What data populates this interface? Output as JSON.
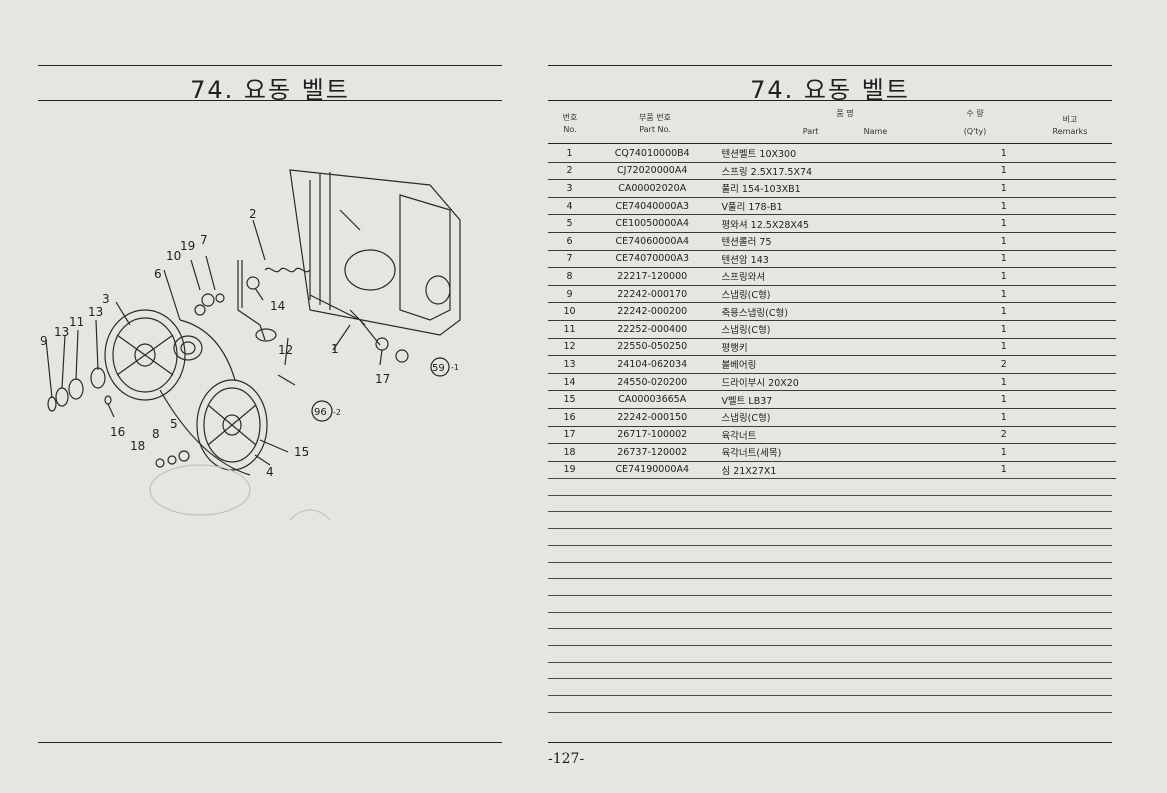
{
  "left": {
    "title": "74. 요동 벨트",
    "callouts": [
      "1",
      "2",
      "3",
      "4",
      "5",
      "6",
      "7",
      "8",
      "9",
      "10",
      "11",
      "12",
      "13",
      "13",
      "14",
      "15",
      "16",
      "17",
      "18",
      "19",
      "59",
      "96"
    ],
    "ref_suffix_59": "-1",
    "ref_suffix_96": "-2"
  },
  "right": {
    "title": "74. 요동 벨트",
    "headers": {
      "no_ko": "번호",
      "no_en": "No.",
      "part_ko": "부품 번호",
      "part_en": "Part  No.",
      "name_ko": "품          명",
      "name_en_part": "Part",
      "name_en_name": "Name",
      "qty_ko": "수  량",
      "qty_en": "(Q'ty)",
      "rem_ko": "비고",
      "rem_en": "Remarks"
    },
    "rows": [
      {
        "no": "1",
        "part": "CQ74010000B4",
        "name": "텐션벨트 10X300",
        "qty": "1"
      },
      {
        "no": "2",
        "part": "CJ72020000A4",
        "name": "스프링 2.5X17.5X74",
        "qty": "1"
      },
      {
        "no": "3",
        "part": "CA00002020A",
        "name": "풀리 154-103XB1",
        "qty": "1"
      },
      {
        "no": "4",
        "part": "CE74040000A3",
        "name": "V풀리 178-B1",
        "qty": "1"
      },
      {
        "no": "5",
        "part": "CE10050000A4",
        "name": "평와셔 12.5X28X45",
        "qty": "1"
      },
      {
        "no": "6",
        "part": "CE74060000A4",
        "name": "텐션롤러 75",
        "qty": "1"
      },
      {
        "no": "7",
        "part": "CE74070000A3",
        "name": "텐션암 143",
        "qty": "1"
      },
      {
        "no": "8",
        "part": "22217-120000",
        "name": "스프링와셔",
        "qty": "1"
      },
      {
        "no": "9",
        "part": "22242-000170",
        "name": "스냅링(C형)",
        "qty": "1"
      },
      {
        "no": "10",
        "part": "22242-000200",
        "name": "축용스냅링(C형)",
        "qty": "1"
      },
      {
        "no": "11",
        "part": "22252-000400",
        "name": "스냅링(C형)",
        "qty": "1"
      },
      {
        "no": "12",
        "part": "22550-050250",
        "name": "평행키",
        "qty": "1"
      },
      {
        "no": "13",
        "part": "24104-062034",
        "name": "볼베어링",
        "qty": "2"
      },
      {
        "no": "14",
        "part": "24550-020200",
        "name": "드라이부시 20X20",
        "qty": "1"
      },
      {
        "no": "15",
        "part": "CA00003665A",
        "name": "V벨트 LB37",
        "qty": "1"
      },
      {
        "no": "16",
        "part": "22242-000150",
        "name": "스냅링(C형)",
        "qty": "1"
      },
      {
        "no": "17",
        "part": "26717-100002",
        "name": "육각너트",
        "qty": "2"
      },
      {
        "no": "18",
        "part": "26737-120002",
        "name": "육각너트(세목)",
        "qty": "1"
      },
      {
        "no": "19",
        "part": "CE74190000A4",
        "name": "심 21X27X1",
        "qty": "1"
      }
    ]
  },
  "page_number": "-127-"
}
